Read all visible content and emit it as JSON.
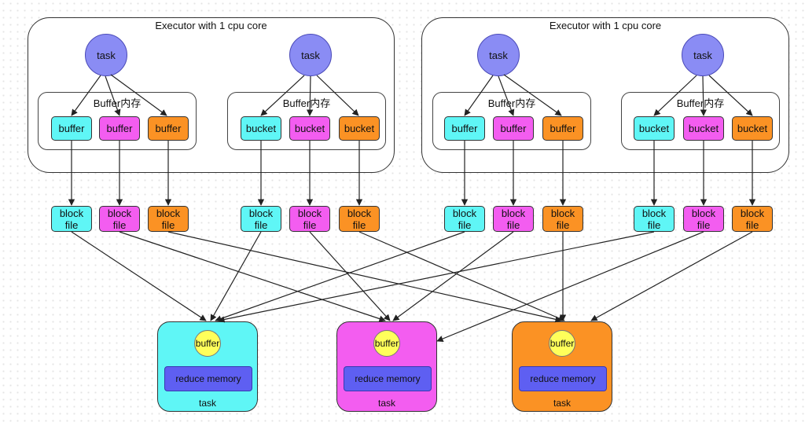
{
  "executors": [
    {
      "title": "Executor with 1 cpu core",
      "tasks": [
        {
          "label": "task",
          "buffer_group_label": "Buffer内存",
          "buffers": [
            {
              "label": "buffer",
              "color": "#5ff6f6"
            },
            {
              "label": "buffer",
              "color": "#f35df0"
            },
            {
              "label": "buffer",
              "color": "#fb9224"
            }
          ]
        },
        {
          "label": "task",
          "buffer_group_label": "Buffer内存",
          "buffers": [
            {
              "label": "bucket",
              "color": "#5ff6f6"
            },
            {
              "label": "bucket",
              "color": "#f35df0"
            },
            {
              "label": "bucket",
              "color": "#fb9224"
            }
          ]
        }
      ]
    },
    {
      "title": "Executor with 1 cpu core",
      "tasks": [
        {
          "label": "task",
          "buffer_group_label": "Buffer内存",
          "buffers": [
            {
              "label": "buffer",
              "color": "#5ff6f6"
            },
            {
              "label": "buffer",
              "color": "#f35df0"
            },
            {
              "label": "buffer",
              "color": "#fb9224"
            }
          ]
        },
        {
          "label": "task",
          "buffer_group_label": "Buffer内存",
          "buffers": [
            {
              "label": "bucket",
              "color": "#5ff6f6"
            },
            {
              "label": "bucket",
              "color": "#f35df0"
            },
            {
              "label": "bucket",
              "color": "#fb9224"
            }
          ]
        }
      ]
    }
  ],
  "block_files": [
    {
      "label": "block file",
      "color": "#5ff6f6"
    },
    {
      "label": "block file",
      "color": "#f35df0"
    },
    {
      "label": "block file",
      "color": "#fb9224"
    },
    {
      "label": "block file",
      "color": "#5ff6f6"
    },
    {
      "label": "block file",
      "color": "#f35df0"
    },
    {
      "label": "block file",
      "color": "#fb9224"
    },
    {
      "label": "block file",
      "color": "#5ff6f6"
    },
    {
      "label": "block file",
      "color": "#f35df0"
    },
    {
      "label": "block file",
      "color": "#fb9224"
    },
    {
      "label": "block file",
      "color": "#5ff6f6"
    },
    {
      "label": "block file",
      "color": "#f35df0"
    },
    {
      "label": "block file",
      "color": "#fb9224"
    }
  ],
  "reducers": [
    {
      "buffer_label": "buffer",
      "memory_label": "reduce memory",
      "task_label": "task",
      "color": "#5ff6f6"
    },
    {
      "buffer_label": "buffer",
      "memory_label": "reduce memory",
      "task_label": "task",
      "color": "#f35df0"
    },
    {
      "buffer_label": "buffer",
      "memory_label": "reduce memory",
      "task_label": "task",
      "color": "#fb9224"
    }
  ],
  "colors": {
    "cyan": "#5ff6f6",
    "magenta": "#f35df0",
    "orange": "#fb9224",
    "task_circle": "#8a8cf4",
    "reduce_buffer": "#ffff5a",
    "reduce_memory": "#5e5ff2",
    "arrow": "#222222"
  }
}
